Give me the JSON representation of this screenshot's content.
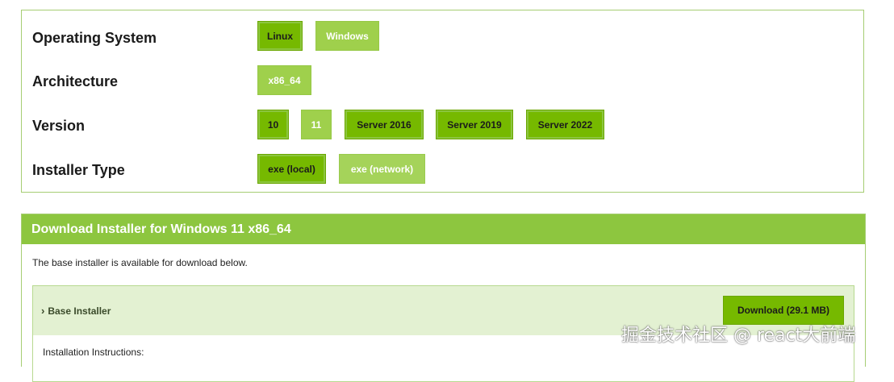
{
  "selector": {
    "rows": [
      {
        "label": "Operating System",
        "options": [
          "Linux",
          "Windows"
        ]
      },
      {
        "label": "Architecture",
        "options": [
          "x86_64"
        ]
      },
      {
        "label": "Version",
        "options": [
          "10",
          "11",
          "Server 2016",
          "Server 2019",
          "Server 2022"
        ]
      },
      {
        "label": "Installer Type",
        "options": [
          "exe (local)",
          "exe (network)"
        ]
      }
    ]
  },
  "download": {
    "header": "Download Installer for Windows 11 x86_64",
    "description": "The base installer is available for download below.",
    "base_installer_label": "Base Installer",
    "download_button": "Download (29.1 MB)",
    "instructions_label": "Installation Instructions:"
  },
  "watermark": "掘金技术社区 @ react大前端",
  "colors": {
    "accent": "#76b900",
    "accent_light": "#8dc63f",
    "panel_bg": "#e3f1d2"
  }
}
